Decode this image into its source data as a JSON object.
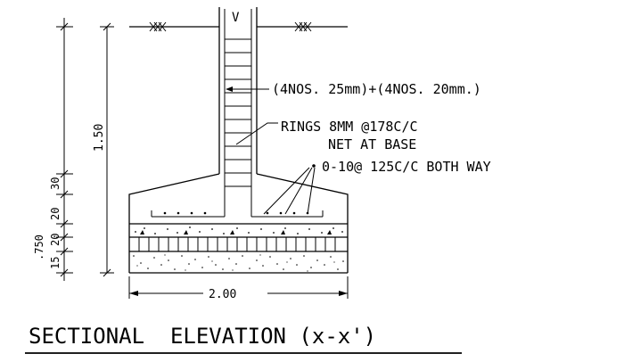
{
  "drawing": {
    "title": "SECTIONAL  ELEVATION (x-x')",
    "annotations": {
      "column_bars": "(4NOS. 25mm)+(4NOS. 20mm.)",
      "rings": "RINGS 8MM @178C/C",
      "net_at_base": "NET AT BASE",
      "base_bars": "0-10@ 125C/C BOTH WAY"
    },
    "dimensions": {
      "total_depth": "1.50",
      "footing_slope": "30",
      "footing_base": "20",
      "pcc_layer": "20",
      "soling_layer": "15",
      "base_group": ".750",
      "width": "2.00"
    },
    "markers": {
      "section_mark": "V"
    }
  }
}
